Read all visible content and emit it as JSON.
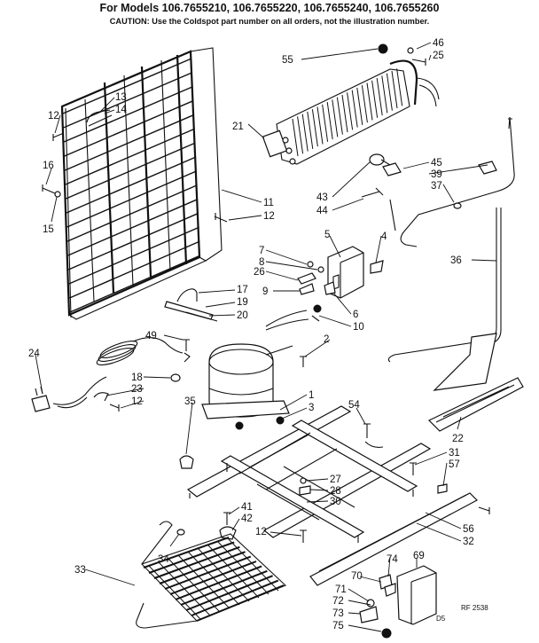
{
  "header": {
    "title": "For Models 106.7655210, 106.7655220, 106.7655240, 106.7655260",
    "caution": "CAUTION: Use the Coldspot part number on all orders, not the illustration number."
  },
  "labels": {
    "p55": "55",
    "p46": "46",
    "p25": "25",
    "p13": "13",
    "p14": "14",
    "p12a": "12",
    "p16": "16",
    "p15": "15",
    "p21": "21",
    "p45": "45",
    "p39": "39",
    "p37": "37",
    "p43": "43",
    "p44": "44",
    "p11": "11",
    "p12b": "12",
    "p7": "7",
    "p8": "8",
    "p26": "26",
    "p9": "9",
    "p5": "5",
    "p4": "4",
    "p6": "6",
    "p10": "10",
    "p36": "36",
    "p17": "17",
    "p19": "19",
    "p20": "20",
    "p49": "49",
    "p2": "2",
    "p24": "24",
    "p18": "18",
    "p23": "23",
    "p12c": "12",
    "p1": "1",
    "p3": "3",
    "p35": "35",
    "p54": "54",
    "p22": "22",
    "p31": "31",
    "p57": "57",
    "p27": "27",
    "p28": "28",
    "p30": "30",
    "p41": "41",
    "p42": "42",
    "p12d": "12",
    "p56": "56",
    "p32": "32",
    "p33": "33",
    "p34": "34",
    "p74": "74",
    "p69": "69",
    "p70": "70",
    "p71": "71",
    "p72": "72",
    "p73": "73",
    "p75": "75"
  },
  "footer": {
    "code": "RF 2538",
    "corner": "D5"
  }
}
